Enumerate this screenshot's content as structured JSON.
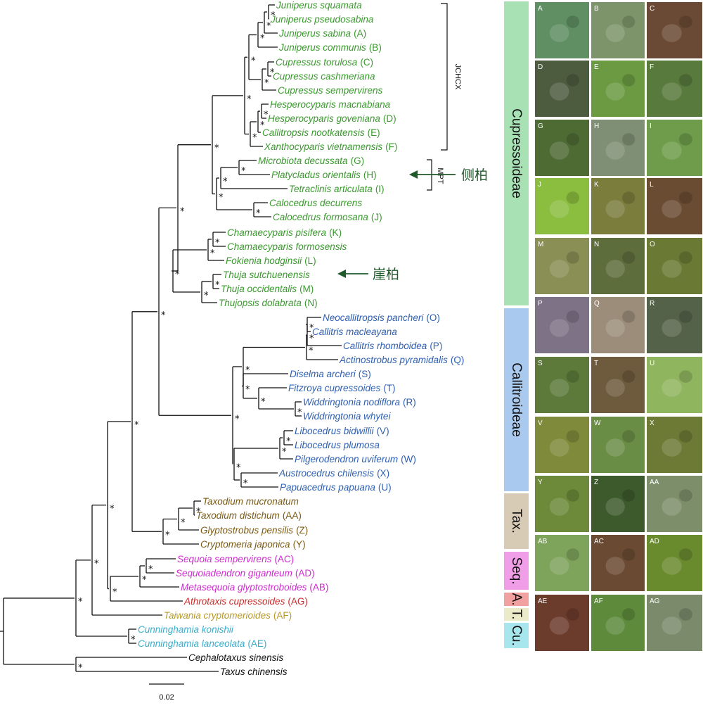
{
  "taxa": [
    {
      "id": "juniperus-squamata",
      "name": "Juniperus squamata",
      "code": "",
      "group": "cupressoideae"
    },
    {
      "id": "juniperus-pseudosabina",
      "name": "Juniperus pseudosabina",
      "code": "",
      "group": "cupressoideae"
    },
    {
      "id": "juniperus-sabina",
      "name": "Juniperus sabina",
      "code": "(A)",
      "group": "cupressoideae"
    },
    {
      "id": "juniperus-communis",
      "name": "Juniperus communis",
      "code": "(B)",
      "group": "cupressoideae"
    },
    {
      "id": "cupressus-torulosa",
      "name": "Cupressus torulosa",
      "code": "(C)",
      "group": "cupressoideae"
    },
    {
      "id": "cupressus-cashmeriana",
      "name": "Cupressus cashmeriana",
      "code": "",
      "group": "cupressoideae"
    },
    {
      "id": "cupressus-sempervirens",
      "name": "Cupressus sempervirens",
      "code": "",
      "group": "cupressoideae"
    },
    {
      "id": "hesperocyparis-macnabiana",
      "name": "Hesperocyparis macnabiana",
      "code": "",
      "group": "cupressoideae"
    },
    {
      "id": "hesperocyparis-goveniana",
      "name": "Hesperocyparis goveniana",
      "code": "(D)",
      "group": "cupressoideae"
    },
    {
      "id": "callitropsis-nootkatensis",
      "name": "Callitropsis nootkatensis",
      "code": "(E)",
      "group": "cupressoideae"
    },
    {
      "id": "xanthocyparis-vietnamensis",
      "name": "Xanthocyparis vietnamensis",
      "code": "(F)",
      "group": "cupressoideae"
    },
    {
      "id": "microbiota-decussata",
      "name": "Microbiota decussata",
      "code": "(G)",
      "group": "cupressoideae"
    },
    {
      "id": "platycladus-orientalis",
      "name": "Platycladus orientalis",
      "code": "(H)",
      "group": "cupressoideae"
    },
    {
      "id": "tetraclinis-articulata",
      "name": "Tetraclinis articulata",
      "code": "(I)",
      "group": "cupressoideae"
    },
    {
      "id": "calocedrus-decurrens",
      "name": "Calocedrus decurrens",
      "code": "",
      "group": "cupressoideae"
    },
    {
      "id": "calocedrus-formosana",
      "name": "Calocedrus formosana",
      "code": "(J)",
      "group": "cupressoideae"
    },
    {
      "id": "chamaecyparis-pisifera",
      "name": "Chamaecyparis pisifera",
      "code": "(K)",
      "group": "cupressoideae"
    },
    {
      "id": "chamaecyparis-formosensis",
      "name": "Chamaecyparis formosensis",
      "code": "",
      "group": "cupressoideae"
    },
    {
      "id": "fokienia-hodginsii",
      "name": "Fokienia hodginsii",
      "code": "(L)",
      "group": "cupressoideae"
    },
    {
      "id": "thuja-sutchuenensis",
      "name": "Thuja sutchuenensis",
      "code": "",
      "group": "cupressoideae"
    },
    {
      "id": "thuja-occidentalis",
      "name": "Thuja occidentalis",
      "code": "(M)",
      "group": "cupressoideae"
    },
    {
      "id": "thujopsis-dolabrata",
      "name": "Thujopsis dolabrata",
      "code": "(N)",
      "group": "cupressoideae"
    },
    {
      "id": "neocallitropsis-pancheri",
      "name": "Neocallitropsis pancheri",
      "code": "(O)",
      "group": "callitroideae"
    },
    {
      "id": "callitris-macleayana",
      "name": "Callitris macleayana",
      "code": "",
      "group": "callitroideae"
    },
    {
      "id": "callitris-rhomboidea",
      "name": "Callitris rhomboidea",
      "code": "(P)",
      "group": "callitroideae"
    },
    {
      "id": "actinostrobus-pyramidalis",
      "name": "Actinostrobus pyramidalis",
      "code": "(Q)",
      "group": "callitroideae"
    },
    {
      "id": "diselma-archeri",
      "name": "Diselma archeri",
      "code": "(S)",
      "group": "callitroideae"
    },
    {
      "id": "fitzroya-cupressoides",
      "name": "Fitzroya cupressoides",
      "code": "(T)",
      "group": "callitroideae"
    },
    {
      "id": "widdringtonia-nodiflora",
      "name": "Widdringtonia nodiflora",
      "code": "(R)",
      "group": "callitroideae"
    },
    {
      "id": "widdringtonia-whytei",
      "name": "Widdringtonia whytei",
      "code": "",
      "group": "callitroideae"
    },
    {
      "id": "libocedrus-bidwillii",
      "name": "Libocedrus bidwillii",
      "code": "(V)",
      "group": "callitroideae"
    },
    {
      "id": "libocedrus-plumosa",
      "name": "Libocedrus plumosa",
      "code": "",
      "group": "callitroideae"
    },
    {
      "id": "pilgerodendron-uviferum",
      "name": "Pilgerodendron uviferum",
      "code": "(W)",
      "group": "callitroideae"
    },
    {
      "id": "austrocedrus-chilensis",
      "name": "Austrocedrus chilensis",
      "code": "(X)",
      "group": "callitroideae"
    },
    {
      "id": "papuacedrus-papuana",
      "name": "Papuacedrus papuana",
      "code": "(U)",
      "group": "callitroideae"
    },
    {
      "id": "taxodium-mucronatum",
      "name": "Taxodium mucronatum",
      "code": "",
      "group": "taxodioideae"
    },
    {
      "id": "taxodium-distichum",
      "name": "Taxodium distichum",
      "code": "(AA)",
      "group": "taxodioideae"
    },
    {
      "id": "glyptostrobus-pensilis",
      "name": "Glyptostrobus pensilis",
      "code": "(Z)",
      "group": "taxodioideae"
    },
    {
      "id": "cryptomeria-japonica",
      "name": "Cryptomeria japonica",
      "code": "(Y)",
      "group": "taxodioideae"
    },
    {
      "id": "sequoia-sempervirens",
      "name": "Sequoia sempervirens",
      "code": "(AC)",
      "group": "sequoioideae"
    },
    {
      "id": "sequoiadendron-giganteum",
      "name": "Sequoiadendron giganteum",
      "code": "(AD)",
      "group": "sequoioideae"
    },
    {
      "id": "metasequoia-glyptostroboides",
      "name": "Metasequoia glyptostroboides",
      "code": "(AB)",
      "group": "sequoioideae"
    },
    {
      "id": "athrotaxis-cupressoides",
      "name": "Athrotaxis cupressoides",
      "code": "(AG)",
      "group": "athrotaxidoideae"
    },
    {
      "id": "taiwania-cryptomerioides",
      "name": "Taiwania cryptomerioides",
      "code": "(AF)",
      "group": "taiwanioideae"
    },
    {
      "id": "cunninghamia-konishii",
      "name": "Cunninghamia konishii",
      "code": "",
      "group": "cunninghamioideae"
    },
    {
      "id": "cunninghamia-lanceolata",
      "name": "Cunninghamia lanceolata",
      "code": "(AE)",
      "group": "cunninghamioideae"
    },
    {
      "id": "cephalotaxus-sinensis",
      "name": "Cephalotaxus sinensis",
      "code": "",
      "group": "outgroup"
    },
    {
      "id": "taxus-chinensis",
      "name": "Taxus chinensis",
      "code": "",
      "group": "outgroup"
    }
  ],
  "group_colors": {
    "cupressoideae": "#3a9a2e",
    "callitroideae": "#2e5fb3",
    "taxodioideae": "#7a5a14",
    "sequoioideae": "#d12ad1",
    "athrotaxidoideae": "#cc2a2a",
    "taiwanioideae": "#b89a2a",
    "cunninghamioideae": "#3aaecc",
    "outgroup": "#111111"
  },
  "support_symbol": "*",
  "clade_brackets": [
    {
      "label": "JCHCX"
    },
    {
      "label": "MPT"
    }
  ],
  "annotations": [
    {
      "label": "侧柏",
      "target": "platycladus-orientalis"
    },
    {
      "label": "崖柏",
      "target": "thuja-sutchuenensis"
    }
  ],
  "subfamily_bands": [
    {
      "label": "Cupressoideae",
      "color": "#a8e2b4"
    },
    {
      "label": "Callitroideae",
      "color": "#a9c9ee"
    },
    {
      "label": "Tax.",
      "color": "#d7cbb6"
    },
    {
      "label": "Seq.",
      "color": "#f19ee8"
    },
    {
      "label": "A.",
      "color": "#f2a1a1"
    },
    {
      "label": "T.",
      "color": "#ecebc9"
    },
    {
      "label": "Cu.",
      "color": "#a6e6ec"
    }
  ],
  "scale_bar": {
    "label": "0.02"
  },
  "photos": [
    {
      "letter": "A",
      "color": "#5f8f62"
    },
    {
      "letter": "B",
      "color": "#7d946a"
    },
    {
      "letter": "C",
      "color": "#6b4a35"
    },
    {
      "letter": "D",
      "color": "#4d5b3f"
    },
    {
      "letter": "E",
      "color": "#6b9a42"
    },
    {
      "letter": "F",
      "color": "#587a3c"
    },
    {
      "letter": "G",
      "color": "#4f6b34"
    },
    {
      "letter": "H",
      "color": "#7e8f75"
    },
    {
      "letter": "I",
      "color": "#6e9c4a"
    },
    {
      "letter": "J",
      "color": "#8bbd3e"
    },
    {
      "letter": "K",
      "color": "#7a7d3c"
    },
    {
      "letter": "L",
      "color": "#6a4c33"
    },
    {
      "letter": "M",
      "color": "#8a8f55"
    },
    {
      "letter": "N",
      "color": "#5e6d3c"
    },
    {
      "letter": "O",
      "color": "#6a7a34"
    },
    {
      "letter": "P",
      "color": "#7d7286"
    },
    {
      "letter": "Q",
      "color": "#9b8d7a"
    },
    {
      "letter": "R",
      "color": "#55624a"
    },
    {
      "letter": "S",
      "color": "#5d7a3a"
    },
    {
      "letter": "T",
      "color": "#6e5a3c"
    },
    {
      "letter": "U",
      "color": "#8fb55e"
    },
    {
      "letter": "V",
      "color": "#7f8a3a"
    },
    {
      "letter": "W",
      "color": "#6a8d46"
    },
    {
      "letter": "X",
      "color": "#6d7a36"
    },
    {
      "letter": "Y",
      "color": "#6c8a3a"
    },
    {
      "letter": "Z",
      "color": "#3d5a2c"
    },
    {
      "letter": "AA",
      "color": "#7c8f6a"
    },
    {
      "letter": "AB",
      "color": "#7ea45c"
    },
    {
      "letter": "AC",
      "color": "#6a4a33"
    },
    {
      "letter": "AD",
      "color": "#6a8a2e"
    },
    {
      "letter": "AE",
      "color": "#6b3b2c"
    },
    {
      "letter": "AF",
      "color": "#5e8a3c"
    },
    {
      "letter": "AG",
      "color": "#7a8a6a"
    }
  ]
}
